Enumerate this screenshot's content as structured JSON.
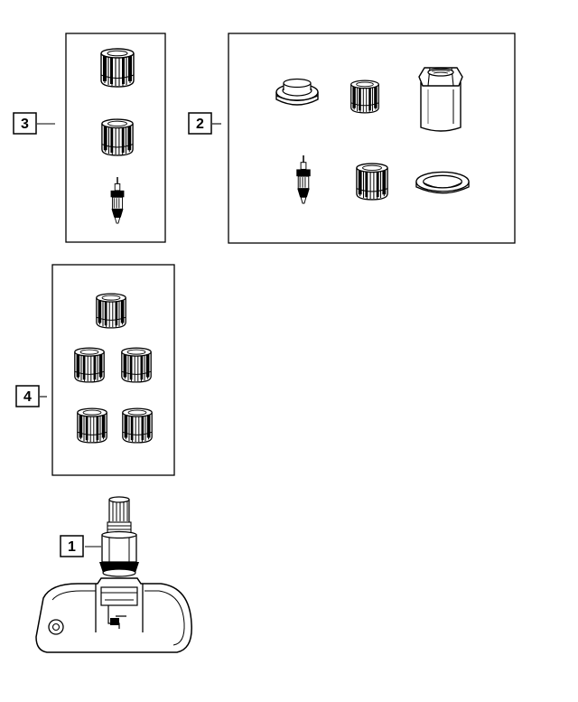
{
  "callouts": {
    "c1": "1",
    "c2": "2",
    "c3": "3",
    "c4": "4"
  },
  "icons": {
    "cap": "valve-cap-icon",
    "core": "valve-core-icon",
    "grommet": "grommet-icon",
    "nut": "hex-nut-icon",
    "washer": "washer-icon",
    "sensor": "tpms-sensor-icon"
  }
}
